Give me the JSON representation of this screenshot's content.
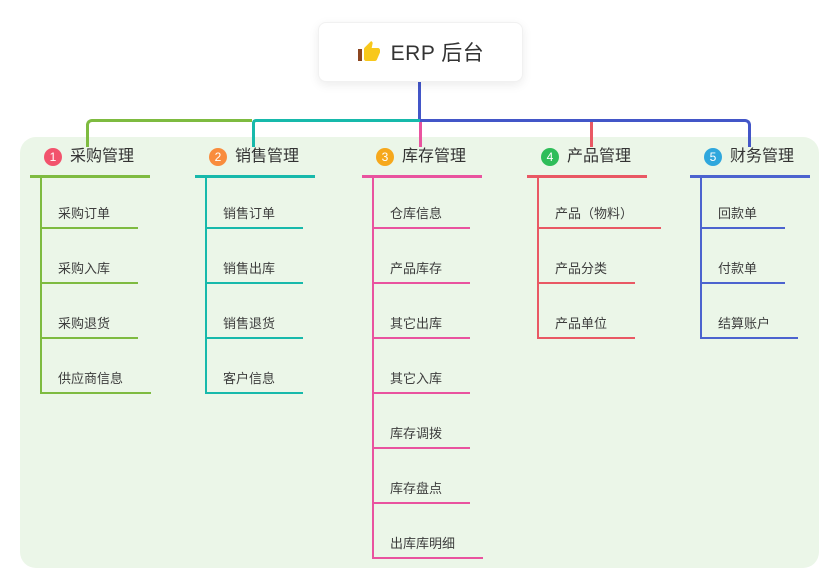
{
  "root": {
    "label": "ERP 后台",
    "icon": "thumbs-up-icon"
  },
  "colors": {
    "canvas_bg": "#FFFFFF",
    "panel_bg": "#EBF6E8",
    "root_connector": "#4356C8",
    "thumb_hand": "#F8C81C",
    "thumb_sleeve": "#8C4520"
  },
  "branches": [
    {
      "badge": "1",
      "badge_color": "#F2536D",
      "line_color": "#7EBB40",
      "label": "采购管理",
      "items": [
        "采购订单",
        "采购入库",
        "采购退货",
        "供应商信息"
      ]
    },
    {
      "badge": "2",
      "badge_color": "#F98C3D",
      "line_color": "#17B9AB",
      "label": "销售管理",
      "items": [
        "销售订单",
        "销售出库",
        "销售退货",
        "客户信息"
      ]
    },
    {
      "badge": "3",
      "badge_color": "#F6A81C",
      "line_color": "#E9539F",
      "label": "库存管理",
      "items": [
        "仓库信息",
        "产品库存",
        "其它出库",
        "其它入库",
        "库存调拨",
        "库存盘点",
        "出库库明细"
      ]
    },
    {
      "badge": "4",
      "badge_color": "#2EBD59",
      "line_color": "#E95864",
      "label": "产品管理",
      "items": [
        "产品（物料）",
        "产品分类",
        "产品单位"
      ]
    },
    {
      "badge": "5",
      "badge_color": "#2FA7DD",
      "line_color": "#4C63CF",
      "label": "财务管理",
      "items": [
        "回款单",
        "付款单",
        "结算账户"
      ]
    }
  ]
}
